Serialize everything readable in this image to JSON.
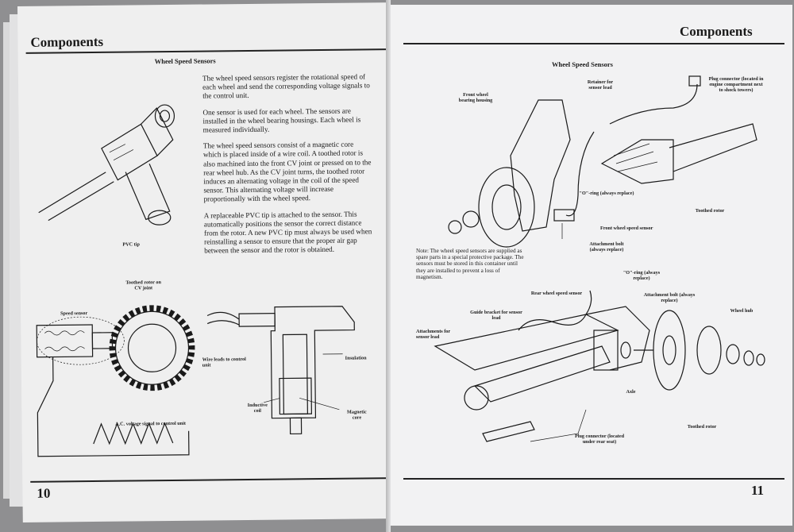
{
  "left_page": {
    "header": "Components",
    "page_number": "10",
    "section_title": "Wheel Speed Sensors",
    "paragraphs": [
      "The wheel speed sensors register the rotational speed of each wheel and send the corresponding voltage signals to the control unit.",
      "One sensor is used for each wheel. The sensors are installed in the wheel bearing housings. Each wheel is measured individually.",
      "The wheel speed sensors consist of a magnetic core which is placed inside of a wire coil. A toothed rotor is also machined into the front CV joint or pressed on to the rear wheel hub. As the CV joint turns, the toothed rotor induces an alternating voltage in the coil of the speed sensor. This alternating voltage will increase proportionally with the wheel speed.",
      "A replaceable PVC tip is attached to the sensor. This automatically positions the sensor the correct distance from the rotor. A new PVC tip must always be used when reinstalling a sensor to ensure that the proper air gap between the sensor and the rotor is obtained."
    ],
    "labels": {
      "pvc_tip": "PVC tip",
      "toothed_rotor_cv": "Toothed rotor on CV joint",
      "speed_sensor": "Speed sensor",
      "ac_signal": "A.C. voltage signal to control unit",
      "wire_leads": "Wire leads to control unit",
      "insulation": "Insulation",
      "inductive_coil": "Inductive coil",
      "magnetic_core": "Magnetic core"
    }
  },
  "right_page": {
    "header": "Components",
    "page_number": "11",
    "section_title": "Wheel Speed Sensors",
    "note": "Note: The wheel speed sensors are supplied as spare parts in a special protective package. The sensors must be stored in this container until they are installed to prevent a loss of magnetism.",
    "labels": {
      "front_wheel_bearing_housing": "Front wheel bearing housing",
      "retainer": "Retainer for sensor lead",
      "plug_connector_engine": "Plug connector (located in engine compartment next to shock towers)",
      "o_ring_front": "\"O\"-ring (always replace)",
      "toothed_rotor_front": "Toothed rotor",
      "front_wheel_speed_sensor": "Front wheel speed sensor",
      "attachment_bolt_front": "Attachment bolt (always replace)",
      "rear_wheel_speed_sensor": "Rear wheel speed sensor",
      "o_ring_rear": "\"O\"-ring (always replace)",
      "attachment_bolt_rear": "Attachment bolt (always replace)",
      "wheel_hub": "Wheel hub",
      "guide_bracket": "Guide bracket for sensor lead",
      "attachments": "Attachments for sensor lead",
      "axle": "Axle",
      "toothed_rotor_rear": "Toothed rotor",
      "plug_connector_rear": "Plug connector (located under rear seat)"
    }
  }
}
